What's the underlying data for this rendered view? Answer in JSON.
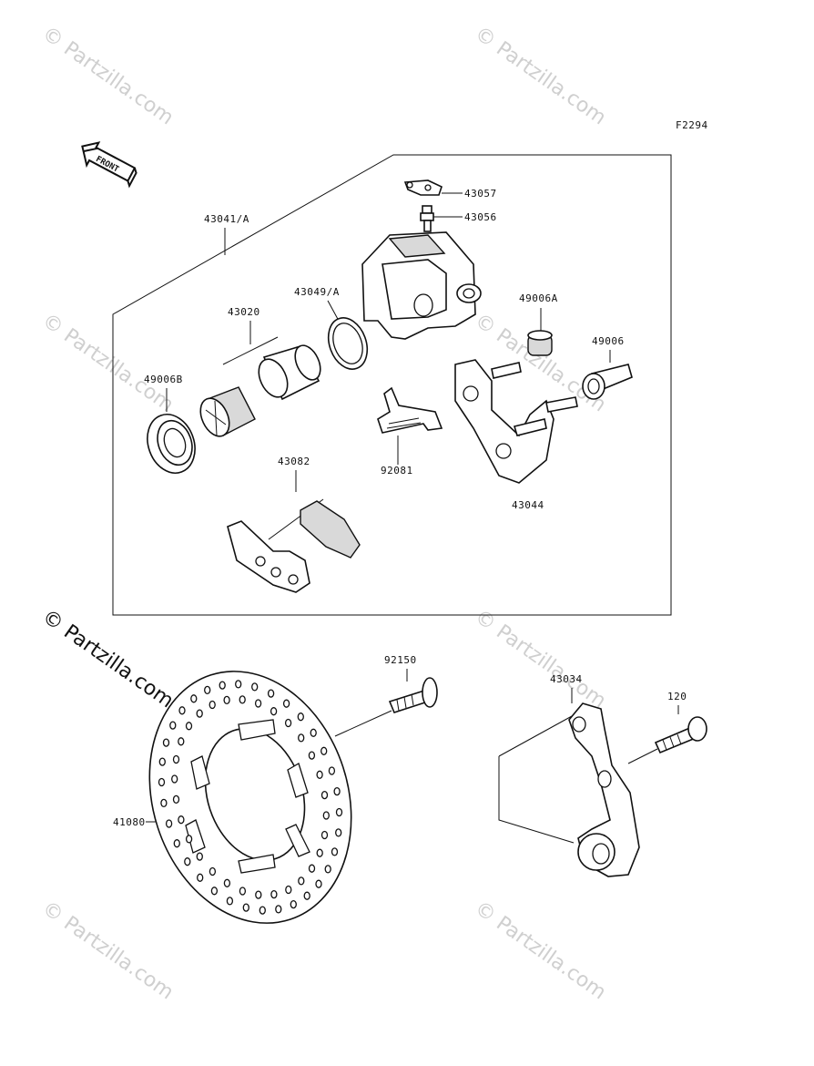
{
  "diagram": {
    "code": "F2294",
    "front_label": "FRONT",
    "watermark": "© Partzilla.com",
    "callouts": {
      "caliper_assy": "43041/A",
      "pad_spring": "43057",
      "bleeder": "43056",
      "piston_seal": "43049/A",
      "piston": "43020",
      "boot_b": "49006B",
      "boot_a": "49006A",
      "boot": "49006",
      "clip": "92081",
      "holder": "43044",
      "pad": "43082",
      "disc_bolt": "92150",
      "bracket": "43034",
      "bolt": "120",
      "disc": "41080"
    }
  }
}
